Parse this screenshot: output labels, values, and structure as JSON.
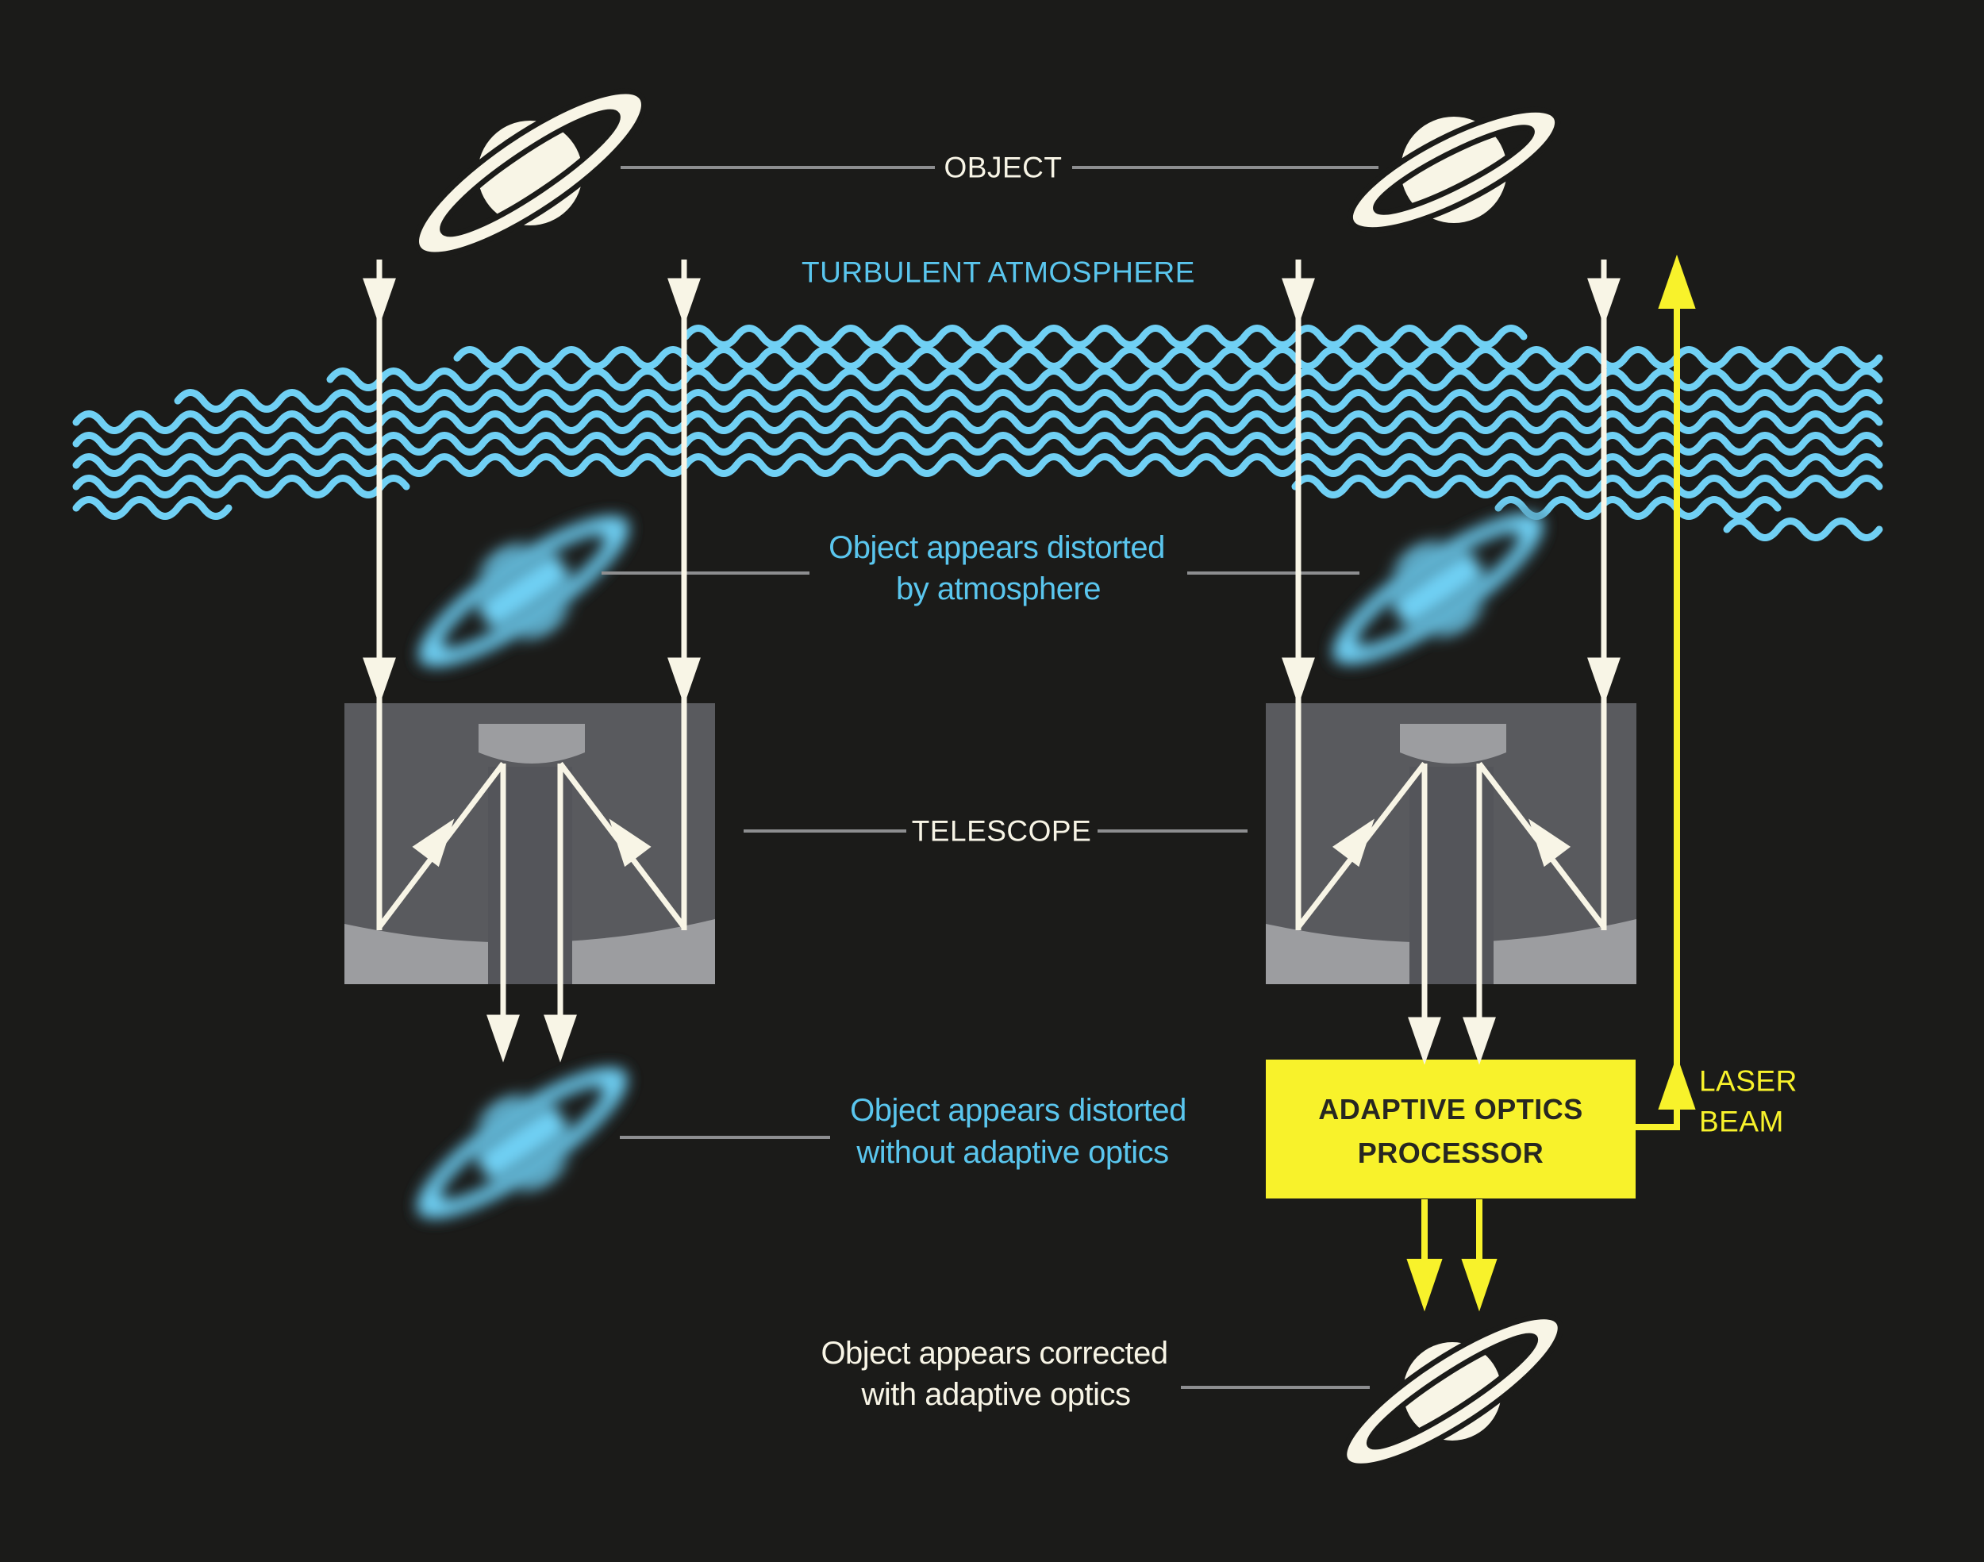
{
  "diagram_title": "Adaptive optics telescope diagram",
  "labels": {
    "object": "OBJECT",
    "turbulent_atmosphere": "TURBULENT ATMOSPHERE",
    "distorted_atm_line1": "Object appears distorted",
    "distorted_atm_line2": "by atmosphere",
    "telescope": "TELESCOPE",
    "distorted_no_ao_line1": "Object appears distorted",
    "distorted_no_ao_line2": "without adaptive optics",
    "ao_processor_line1": "ADAPTIVE OPTICS",
    "ao_processor_line2": "PROCESSOR",
    "laser_line1": "LASER",
    "laser_line2": "BEAM",
    "corrected_line1": "Object appears corrected",
    "corrected_line2": "with adaptive optics"
  },
  "colors": {
    "background": "#1b1b19",
    "cream": "#f8f5e6",
    "cyan_text": "#5ac6ee",
    "cyan_wave": "#70d0f4",
    "yellow": "#f8f22b",
    "telescope_gray": "#595a5e",
    "mirror_gray": "#9c9da0",
    "column_gray": "#54555a",
    "callout_gray": "#8d8e90",
    "dark_text": "#272721"
  },
  "icons": {
    "sharp_planet": "saturn-icon",
    "blurred_planet": "blurred-saturn-icon"
  }
}
